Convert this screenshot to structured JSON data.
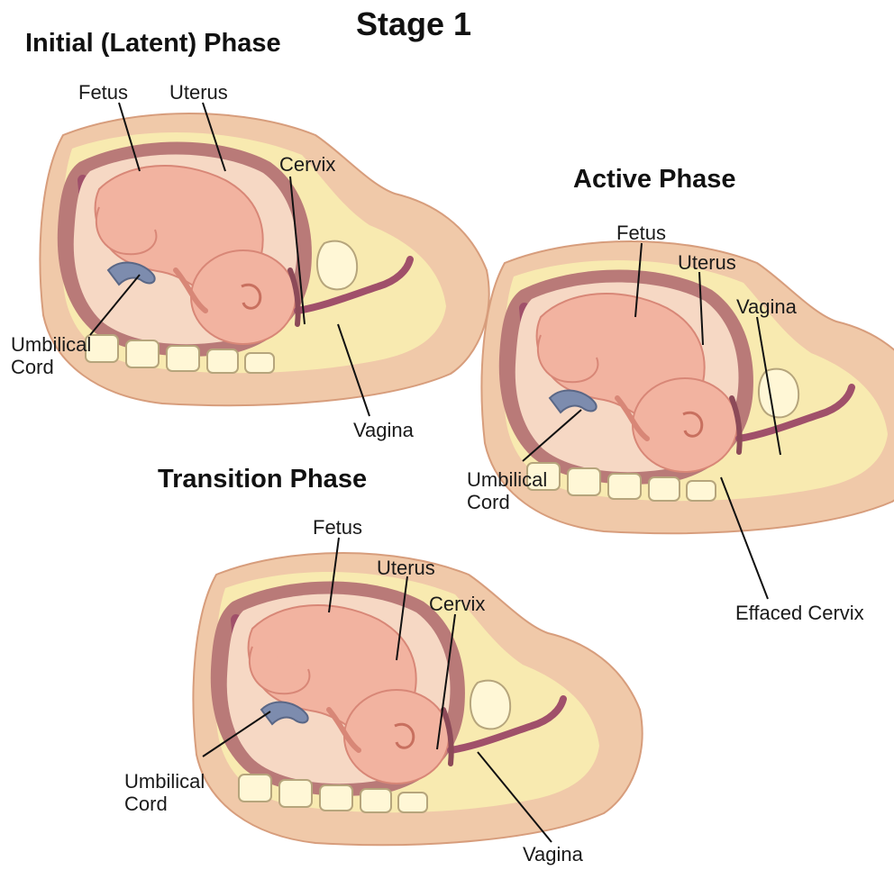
{
  "title": "Stage 1",
  "colors": {
    "skin": "#f0c9a9",
    "skin_dark": "#d79d7c",
    "fat": "#f8eab0",
    "uterus_wall": "#b97a78",
    "uterus_inner": "#a0506a",
    "fetus": "#f2b3a0",
    "fetus_shade": "#d88777",
    "cord": "#7d8cae",
    "bone": "#fff7d6",
    "bone_edge": "#b6a57c",
    "leader": "#111111"
  },
  "panels": [
    {
      "heading": "Initial (Latent) Phase",
      "labels": {
        "fetus": "Fetus",
        "uterus": "Uterus",
        "cervix": "Cervix",
        "umbilical_cord": "Umbilical\nCord",
        "vagina": "Vagina"
      }
    },
    {
      "heading": "Active Phase",
      "labels": {
        "fetus": "Fetus",
        "uterus": "Uterus",
        "vagina": "Vagina",
        "umbilical_cord": "Umbilical\nCord",
        "effaced_cervix": "Effaced Cervix"
      }
    },
    {
      "heading": "Transition Phase",
      "labels": {
        "fetus": "Fetus",
        "uterus": "Uterus",
        "cervix": "Cervix",
        "umbilical_cord": "Umbilical\nCord",
        "vagina": "Vagina"
      }
    }
  ]
}
